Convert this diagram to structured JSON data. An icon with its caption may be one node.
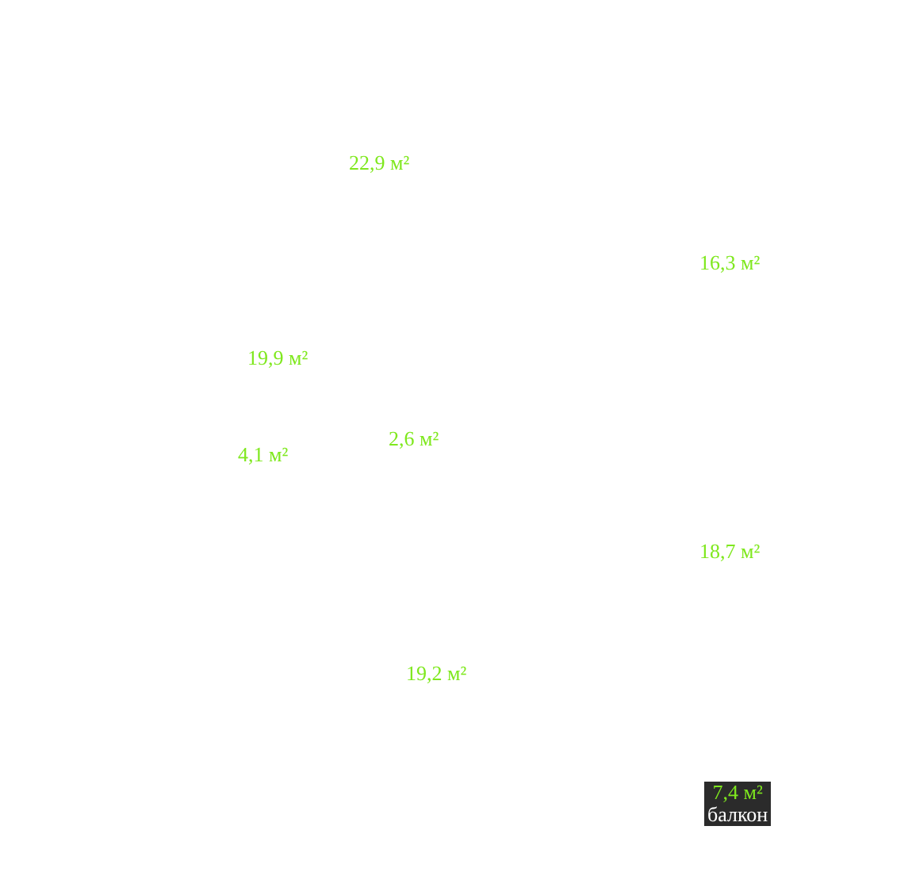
{
  "diagram": {
    "nodes": [
      {
        "text": [
          "7,4 м²",
          "балкон"
        ]
      }
    ],
    "labels": [
      "22,9 м²",
      "16,3 м²",
      "19,9 м²",
      "2,6 м²",
      "4,1 м²",
      "18,7 м²",
      "19,2 м²"
    ]
  }
}
